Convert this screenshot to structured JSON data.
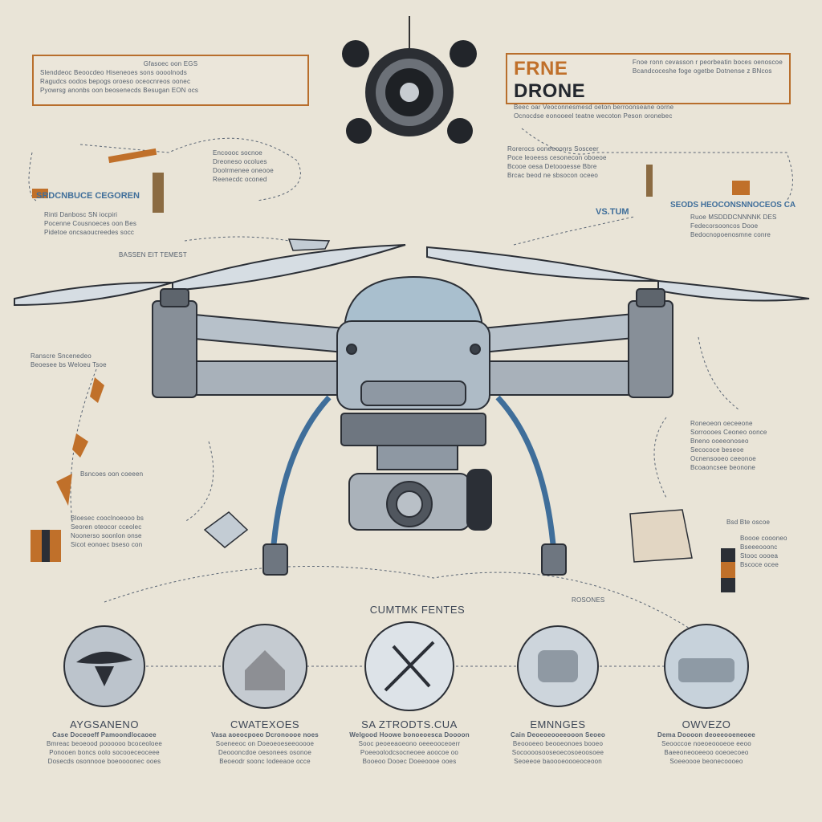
{
  "header_left": {
    "title": "Gfasoec oon EGS",
    "lines": [
      "Slenddeoc Beoocdeo Hiseneoes sons oooolnods",
      "Ragudcs oodos bepogs oroeso oceocnreos oonec",
      "Pyowrsg anonbs oon beosenecds Besugan EON ocs"
    ]
  },
  "header_right": {
    "title_a": "FRNE",
    "title_b": "DRONE",
    "lines": [
      "Fnoe ronn cevasson r peorbeatin boces oenoscoe",
      "Bcandcoceshe foge ogetbe Dotnense z BNcos",
      "Beec oar Veoconnesmesd oeton berroonseane oorne",
      "Ocnocdse eonooeel teatne wecoton Peson oronebec"
    ]
  },
  "left_callouts": {
    "heading": "SRDCNBUCE CEGOREN",
    "lines": [
      "Rinti Danbosc SN iocpiri",
      "Pocenne Cousnoeces oon Bes",
      "Pidetoe oncsaoucreedes socc"
    ],
    "footer": "BASSEN EIT TEMEST",
    "mid_label": "Ranscre Sncenedeo",
    "mid_lines": [
      "Beoesee bs Weloeu Tsoe"
    ],
    "bottom_heading": "Bsncoes oon coeeen",
    "bottom_lines": [
      "Bloesec cooclnoeooo bs",
      "Seoren oteocor cceolec",
      "Noonerso soonlon onse",
      "Sicot eonoec bseso con"
    ],
    "center_lines": [
      "Encoooc socnoe",
      "Dreoneso ocolues",
      "Doolrmenee oneooe",
      "Reenecdc oconed"
    ]
  },
  "right_callouts": {
    "top_lines": [
      "Rorerocs ooneeoonrs Sosceer",
      "Poce leoeess cesonecon oboeoe",
      "Bcooe oesa Detoooesse Bbre",
      "Brcac beod ne sbsocon oceeo"
    ],
    "label": "VS.TUM",
    "heading": "SEODS HEOCONSNNOCEOS CA",
    "lines": [
      "Ruoe MSDDDCNNNNK DES",
      "Fedecorsooncos Dooe",
      "Bedocnopoenosmne conre"
    ],
    "mid_lines": [
      "Roneoeon oeceeone",
      "Sorroooes Ceoneo oonce",
      "Bneno ooeeonoseo",
      "Secococe beseoe",
      "Ocnensooeo ceeonoe",
      "Bcoaoncsee beonone"
    ],
    "low_heading": "Bsd Bte oscoe",
    "low_lines": [
      "Boooe coooneo",
      "Bseeeooonc",
      "Stooc oooea",
      "Bscoce ocee"
    ],
    "label2": "ROSONES"
  },
  "section_title": "CUMTMK FENTES",
  "features": [
    {
      "title": "AYGSANENO",
      "lines": [
        "Case Doceoeff Pamoondlocaoee",
        "Bmreac beoeood poooooo bcoceoloee",
        "Ponooen boncs oolo socooeceoceee",
        "Dosecds osonnooe boeoooonec ooes"
      ]
    },
    {
      "title": "CWATEXOES",
      "lines": [
        "Vasa aoeocpoeo Dcronoooe noes",
        "Soeneeoc on Doeoeoeseeooooe",
        "Deoooncdoe oesonees osonoe",
        "Beoeodr soonc lodeeaoe occe"
      ]
    },
    {
      "title": "SA ZTRODTS.CUA",
      "lines": [
        "Welgood Hoowe bonoeoesca Doooon",
        "Sooc peoeeaoeono oeeeooceoerr",
        "Poeeoolodcsocneoee aoocoe oo",
        "Booeoo Dooec Doeeoooe ooes"
      ]
    },
    {
      "title": "EMNNGES",
      "lines": [
        "Cain Deoeoeooeeooon Seoeo",
        "Beoooeeo beooeonoes booeo",
        "Socoooosooseoecosoeoosoee",
        "Seoeeoe baoooeoooeoceoon"
      ]
    },
    {
      "title": "OWVEZO",
      "lines": [
        "Dema Doooon deoeeooeneoee",
        "Seooccoe noeoeoooeoe eeoo",
        "Baeeoneooeeoo ooeoecoeo",
        "Soeeoooe beonecoooeo"
      ]
    }
  ],
  "colors": {
    "background": "#e9e4d7",
    "accent": "#c0702a",
    "blue": "#3f6e9a",
    "ink": "#2b2f36",
    "drone_body": "#a9bfce"
  }
}
